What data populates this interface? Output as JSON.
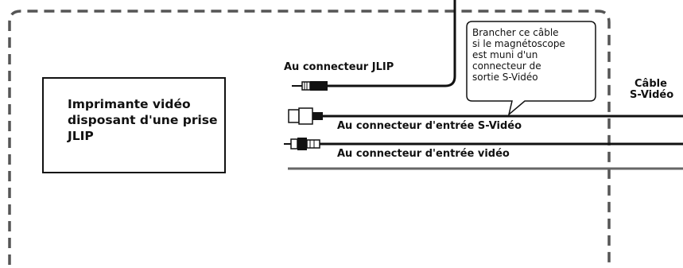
{
  "printer": {
    "line1": "Imprimante vidéo",
    "line2": "disposant d'une prise",
    "line3": "JLIP"
  },
  "labels": {
    "jlip": "Au connecteur JLIP",
    "svideo_in": "Au connecteur d'entrée S-Vidéo",
    "video_in": "Au connecteur d'entrée vidéo"
  },
  "callout": {
    "lines": [
      "Brancher ce câble",
      "si le magnétoscope",
      "est muni  d'un",
      "connecteur de",
      "sortie S-Vidéo"
    ]
  },
  "cable_label": {
    "line1": "Câble",
    "line2": "S-Vidéo"
  },
  "icons": {
    "jlip_plug": "mini-jack-plug-icon",
    "svideo_plug": "s-video-plug-icon",
    "rca_plug": "rca-plug-icon"
  }
}
